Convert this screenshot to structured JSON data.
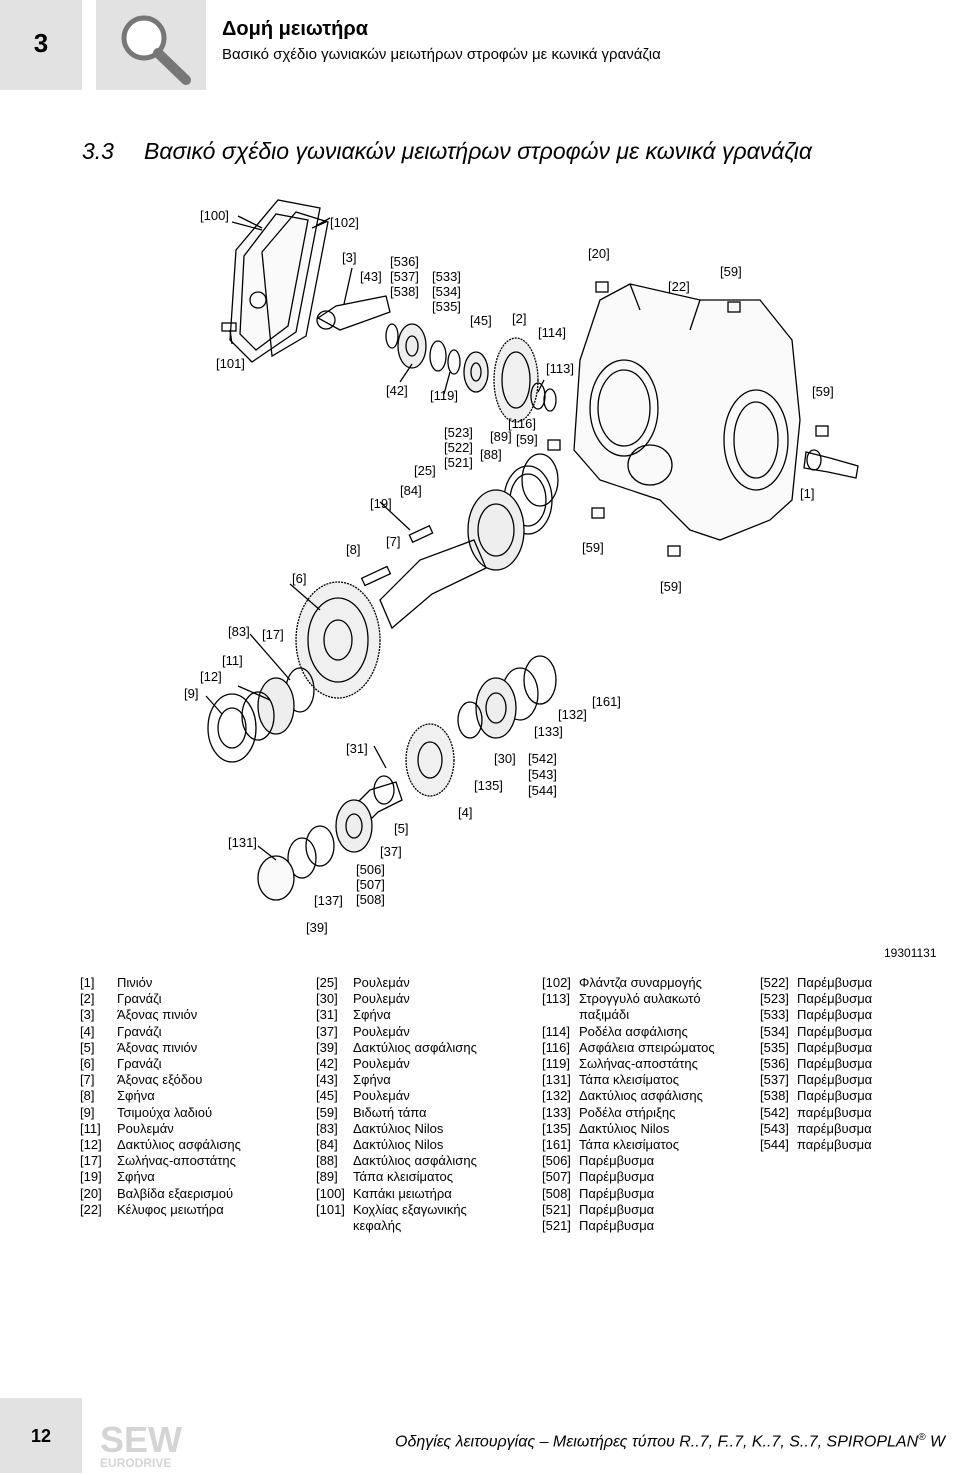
{
  "header": {
    "chapter_number": "3",
    "title": "Δομή μειωτήρα",
    "subtitle": "Βασικό σχέδιο γωνιακών μειωτήρων στροφών με κωνικά γρανάζια",
    "icon": "magnifier-icon"
  },
  "section": {
    "number": "3.3",
    "title": "Βασικό σχέδιο γωνιακών μειωτήρων στροφών με κωνικά γρανάζια"
  },
  "drawing_labels": [
    "[100]",
    "[102]",
    "[101]",
    "[3]",
    "[43]",
    "[536]",
    "[537]",
    "[538]",
    "[533]",
    "[534]",
    "[535]",
    "[45]",
    "[2]",
    "[114]",
    "[20]",
    "[22]",
    "[59]",
    "[42]",
    "[119]",
    "[113]",
    "[59]",
    "[116]",
    "[523]",
    "[522]",
    "[521]",
    "[89]",
    "[59]",
    "[88]",
    "[25]",
    "[84]",
    "[19]",
    "[1]",
    "[7]",
    "[8]",
    "[59]",
    "[6]",
    "[59]",
    "[83]",
    "[17]",
    "[11]",
    "[12]",
    "[9]",
    "[161]",
    "[132]",
    "[133]",
    "[31]",
    "[30]",
    "[135]",
    "[542]",
    "[543]",
    "[544]",
    "[4]",
    "[5]",
    "[131]",
    "[37]",
    "[506]",
    "[507]",
    "[137]",
    "[508]",
    "[39]"
  ],
  "figure_id": "19301131",
  "legend": {
    "col1": [
      {
        "k": "[1]",
        "v": "Πινιόν"
      },
      {
        "k": "[2]",
        "v": "Γρανάζι"
      },
      {
        "k": "[3]",
        "v": "Άξονας πινιόν"
      },
      {
        "k": "[4]",
        "v": "Γρανάζι"
      },
      {
        "k": "[5]",
        "v": "Άξονας πινιόν"
      },
      {
        "k": "[6]",
        "v": "Γρανάζι"
      },
      {
        "k": "[7]",
        "v": "Άξονας εξόδου"
      },
      {
        "k": "[8]",
        "v": "Σφήνα"
      },
      {
        "k": "[9]",
        "v": "Τσιμούχα λαδιού"
      },
      {
        "k": "[11]",
        "v": "Ρουλεμάν"
      },
      {
        "k": "[12]",
        "v": "Δακτύλιος ασφάλισης"
      },
      {
        "k": "[17]",
        "v": "Σωλήνας-αποστάτης"
      },
      {
        "k": "[19]",
        "v": "Σφήνα"
      },
      {
        "k": "[20]",
        "v": "Βαλβίδα εξαερισμού"
      },
      {
        "k": "[22]",
        "v": "Κέλυφος μειωτήρα"
      }
    ],
    "col2": [
      {
        "k": "[25]",
        "v": "Ρουλεμάν"
      },
      {
        "k": "[30]",
        "v": "Ρουλεμάν"
      },
      {
        "k": "[31]",
        "v": "Σφήνα"
      },
      {
        "k": "[37]",
        "v": "Ρουλεμάν"
      },
      {
        "k": "[39]",
        "v": "Δακτύλιος ασφάλισης"
      },
      {
        "k": "[42]",
        "v": "Ρουλεμάν"
      },
      {
        "k": "[43]",
        "v": "Σφήνα"
      },
      {
        "k": "[45]",
        "v": "Ρουλεμάν"
      },
      {
        "k": "[59]",
        "v": "Βιδωτή τάπα"
      },
      {
        "k": "[83]",
        "v": "Δακτύλιος Nilos"
      },
      {
        "k": "[84]",
        "v": "Δακτύλιος Nilos"
      },
      {
        "k": "[88]",
        "v": "Δακτύλιος ασφάλισης"
      },
      {
        "k": "[89]",
        "v": "Τάπα κλεισίματος"
      },
      {
        "k": "[100]",
        "v": "Καπάκι μειωτήρα"
      },
      {
        "k": "[101]",
        "v": "Κοχλίας εξαγωνικής"
      },
      {
        "k": "",
        "v": "κεφαλής"
      }
    ],
    "col3": [
      {
        "k": "[102]",
        "v": "Φλάντζα συναρμογής"
      },
      {
        "k": "[113]",
        "v": "Στρογγυλό αυλακωτό"
      },
      {
        "k": "",
        "v": "παξιμάδι"
      },
      {
        "k": "[114]",
        "v": "Ροδέλα ασφάλισης"
      },
      {
        "k": "[116]",
        "v": "Ασφάλεια σπειρώματος"
      },
      {
        "k": "[119]",
        "v": "Σωλήνας-αποστάτης"
      },
      {
        "k": "[131]",
        "v": "Τάπα κλεισίματος"
      },
      {
        "k": "[132]",
        "v": "Δακτύλιος ασφάλισης"
      },
      {
        "k": "[133]",
        "v": "Ροδέλα στήριξης"
      },
      {
        "k": "[135]",
        "v": "Δακτύλιος Nilos"
      },
      {
        "k": "[161]",
        "v": "Τάπα κλεισίματος"
      },
      {
        "k": "[506]",
        "v": "Παρέμβυσμα"
      },
      {
        "k": "[507]",
        "v": "Παρέμβυσμα"
      },
      {
        "k": "[508]",
        "v": "Παρέμβυσμα"
      },
      {
        "k": "[521]",
        "v": "Παρέμβυσμα"
      },
      {
        "k": "[521]",
        "v": "Παρέμβυσμα"
      }
    ],
    "col4": [
      {
        "k": "[522]",
        "v": "Παρέμβυσμα"
      },
      {
        "k": "[523]",
        "v": "Παρέμβυσμα"
      },
      {
        "k": "[533]",
        "v": "Παρέμβυσμα"
      },
      {
        "k": "[534]",
        "v": "Παρέμβυσμα"
      },
      {
        "k": "[535]",
        "v": "Παρέμβυσμα"
      },
      {
        "k": "[536]",
        "v": "Παρέμβυσμα"
      },
      {
        "k": "[537]",
        "v": "Παρέμβυσμα"
      },
      {
        "k": "[538]",
        "v": "Παρέμβυσμα"
      },
      {
        "k": "[542]",
        "v": "παρέμβυσμα"
      },
      {
        "k": "[543]",
        "v": "παρέμβυσμα"
      },
      {
        "k": "[544]",
        "v": "παρέμβυσμα"
      }
    ]
  },
  "footer": {
    "page_number": "12",
    "logo_top": "SEW",
    "logo_bottom": "EURODRIVE",
    "text": "Οδηγίες λειτουργίας – Μειωτήρες τύπου R..7, F..7, K..7, S..7, SPIROPLAN",
    "registered": "®",
    "text_end": " W"
  }
}
